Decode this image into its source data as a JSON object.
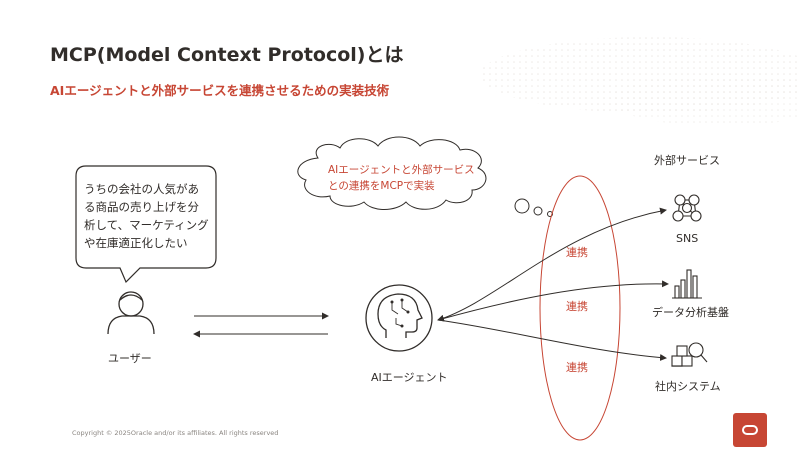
{
  "title": "MCP(Model Context Protocol)とは",
  "subtitle": "AIエージェントと外部サービスを連携させるための実装技術",
  "speech_bubble": {
    "lines": [
      "うちの会社の人気があ",
      "る商品の売り上げを分",
      "析して、マーケティング",
      "や在庫適正化したい"
    ]
  },
  "thought_cloud": {
    "lines": [
      "AIエージェントと外部サービス",
      "との連携をMCPで実装"
    ]
  },
  "user_label": "ユーザー",
  "agent_label": "AIエージェント",
  "external_services_label": "外部サービス",
  "link_labels": [
    "連携",
    "連携",
    "連携"
  ],
  "services": [
    {
      "label": "SNS",
      "icon": "social-network-icon"
    },
    {
      "label": "データ分析基盤",
      "icon": "analytics-chart-icon"
    },
    {
      "label": "社内システム",
      "icon": "internal-system-icon"
    }
  ],
  "footer": "Copyright © 2025Oracle and/or its affiliates. All rights reserved",
  "colors": {
    "accent": "#c74634",
    "text": "#312d2a"
  },
  "icons": {
    "user": "user-icon",
    "agent": "ai-brain-icon",
    "logo": "oracle-logo"
  }
}
